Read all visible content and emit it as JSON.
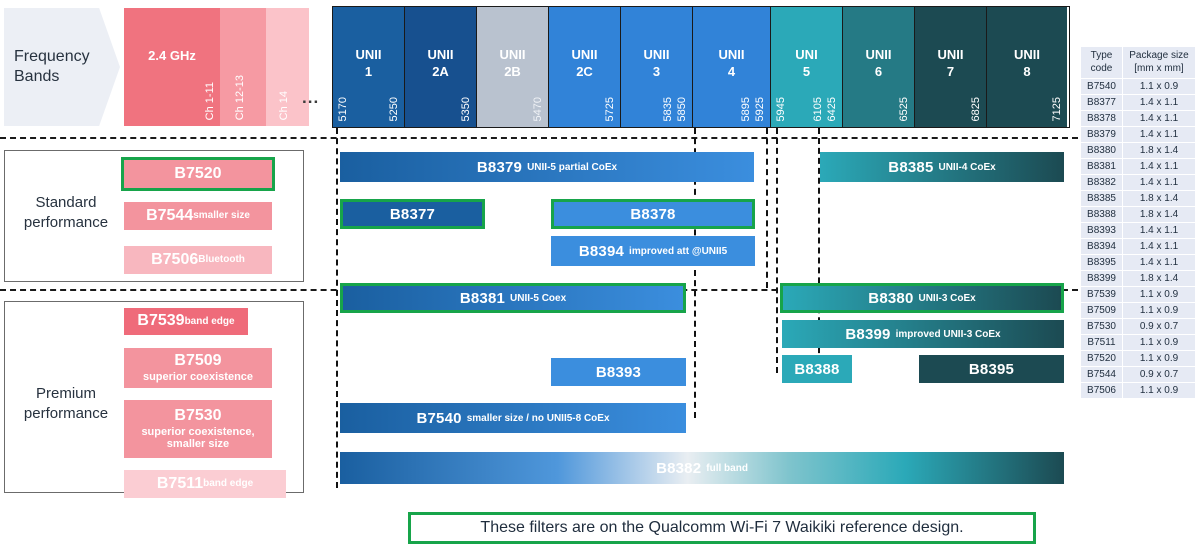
{
  "legend": {
    "frequency_bands_label": "Frequency\nBands",
    "ellipsis": "..."
  },
  "band_24": {
    "title": "2.4 GHz",
    "segments": [
      {
        "label": "Ch 1-11",
        "color": "#f0737f"
      },
      {
        "label": "Ch 12-13",
        "color": "#f69aa3"
      },
      {
        "label": "Ch 14",
        "color": "#fbc3c9"
      }
    ]
  },
  "unii_bands": [
    {
      "name": "UNII",
      "num": "1",
      "freq_left": "5170",
      "freq_right": "5250",
      "color": "#1a5fa0"
    },
    {
      "name": "UNII",
      "num": "2A",
      "freq_left": "",
      "freq_right": "5350",
      "color": "#17508f"
    },
    {
      "name": "UNII",
      "num": "2B",
      "freq_left": "",
      "freq_right": "5470",
      "color": "#b9c2cf"
    },
    {
      "name": "UNII",
      "num": "2C",
      "freq_left": "",
      "freq_right": "5725",
      "color": "#3183d8"
    },
    {
      "name": "UNII",
      "num": "3",
      "freq_left": "",
      "freq_right": "5850",
      "freq_right2": "5835",
      "color": "#3183d8"
    },
    {
      "name": "UNII",
      "num": "4",
      "freq_left": "",
      "freq_right": "5925",
      "freq_right2": "5895",
      "color": "#3183d8"
    },
    {
      "name": "UNI",
      "num": "5",
      "freq_left": "5945",
      "freq_right": "6425",
      "freq_right2": "6105",
      "color": "#2ba9b8"
    },
    {
      "name": "UNII",
      "num": "6",
      "freq_left": "",
      "freq_right": "6525",
      "color": "#257a85"
    },
    {
      "name": "UNII",
      "num": "7",
      "freq_left": "",
      "freq_right": "6825",
      "color": "#1c4a52"
    },
    {
      "name": "UNII",
      "num": "8",
      "freq_left": "",
      "freq_right": "7125",
      "color": "#1c4a52"
    }
  ],
  "groups": [
    {
      "label": "Standard\nperformance",
      "parts": [
        {
          "code": "B7520",
          "sub": "",
          "color": "#f3949e",
          "highlight": true
        },
        {
          "code": "B7544",
          "sub": "smaller size",
          "color": "#f3949e",
          "highlight": false
        },
        {
          "code": "B7506",
          "sub": "Bluetooth",
          "color": "#f8b7bf",
          "highlight": false
        }
      ]
    },
    {
      "label": "Premium\nperformance",
      "parts": [
        {
          "code": "B7539",
          "sub": "band edge",
          "color": "#ef6b7a",
          "highlight": false
        },
        {
          "code": "B7509",
          "sub": "superior coexistence",
          "color": "#f3949e",
          "highlight": false
        },
        {
          "code": "B7530",
          "sub": "superior coexistence,\nsmaller size",
          "color": "#f3949e",
          "highlight": false
        },
        {
          "code": "B7511",
          "sub": "band edge",
          "color": "#fbcdd3",
          "highlight": false
        }
      ]
    }
  ],
  "filters": [
    {
      "code": "B8379",
      "sub": "UNII-5 partial CoEx",
      "highlight": false
    },
    {
      "code": "B8385",
      "sub": "UNII-4 CoEx",
      "highlight": false
    },
    {
      "code": "B8377",
      "sub": "",
      "highlight": true
    },
    {
      "code": "B8378",
      "sub": "",
      "highlight": true
    },
    {
      "code": "B8394",
      "sub": "improved att @UNII5",
      "highlight": false
    },
    {
      "code": "B8381",
      "sub": "UNII-5 Coex",
      "highlight": true
    },
    {
      "code": "B8380",
      "sub": "UNII-3 CoEx",
      "highlight": true
    },
    {
      "code": "B8399",
      "sub": "improved UNII-3 CoEx",
      "highlight": false
    },
    {
      "code": "B8393",
      "sub": "",
      "highlight": false
    },
    {
      "code": "B8388",
      "sub": "",
      "highlight": false
    },
    {
      "code": "B8395",
      "sub": "",
      "highlight": false
    },
    {
      "code": "B7540",
      "sub": "smaller size / no UNII5-8 CoEx",
      "highlight": false
    },
    {
      "code": "B8382",
      "sub": "full band",
      "highlight": false
    }
  ],
  "package_table": {
    "headers": [
      "Type\ncode",
      "Package size\n[mm x mm]"
    ],
    "rows": [
      [
        "B7540",
        "1.1 x 0.9"
      ],
      [
        "B8377",
        "1.4 x 1.1"
      ],
      [
        "B8378",
        "1.4 x 1.1"
      ],
      [
        "B8379",
        "1.4 x 1.1"
      ],
      [
        "B8380",
        "1.8 x 1.4"
      ],
      [
        "B8381",
        "1.4 x 1.1"
      ],
      [
        "B8382",
        "1.4 x 1.1"
      ],
      [
        "B8385",
        "1.8 x 1.4"
      ],
      [
        "B8388",
        "1.8 x 1.4"
      ],
      [
        "B8393",
        "1.4 x 1.1"
      ],
      [
        "B8394",
        "1.4 x 1.1"
      ],
      [
        "B8395",
        "1.4 x 1.1"
      ],
      [
        "B8399",
        "1.8 x 1.4"
      ],
      [
        "B7539",
        "1.1 x 0.9"
      ],
      [
        "B7509",
        "1.1 x 0.9"
      ],
      [
        "B7530",
        "0.9 x 0.7"
      ],
      [
        "B7511",
        "1.1 x 0.9"
      ],
      [
        "B7520",
        "1.1 x 0.9"
      ],
      [
        "B7544",
        "0.9 x 0.7"
      ],
      [
        "B7506",
        "1.1 x 0.9"
      ]
    ]
  },
  "footer": {
    "text": "These filters are on the Qualcomm Wi-Fi 7 Waikiki reference design."
  },
  "colors": {
    "highlight_green": "#17a44a",
    "table_bg": "#e6eaf4"
  }
}
